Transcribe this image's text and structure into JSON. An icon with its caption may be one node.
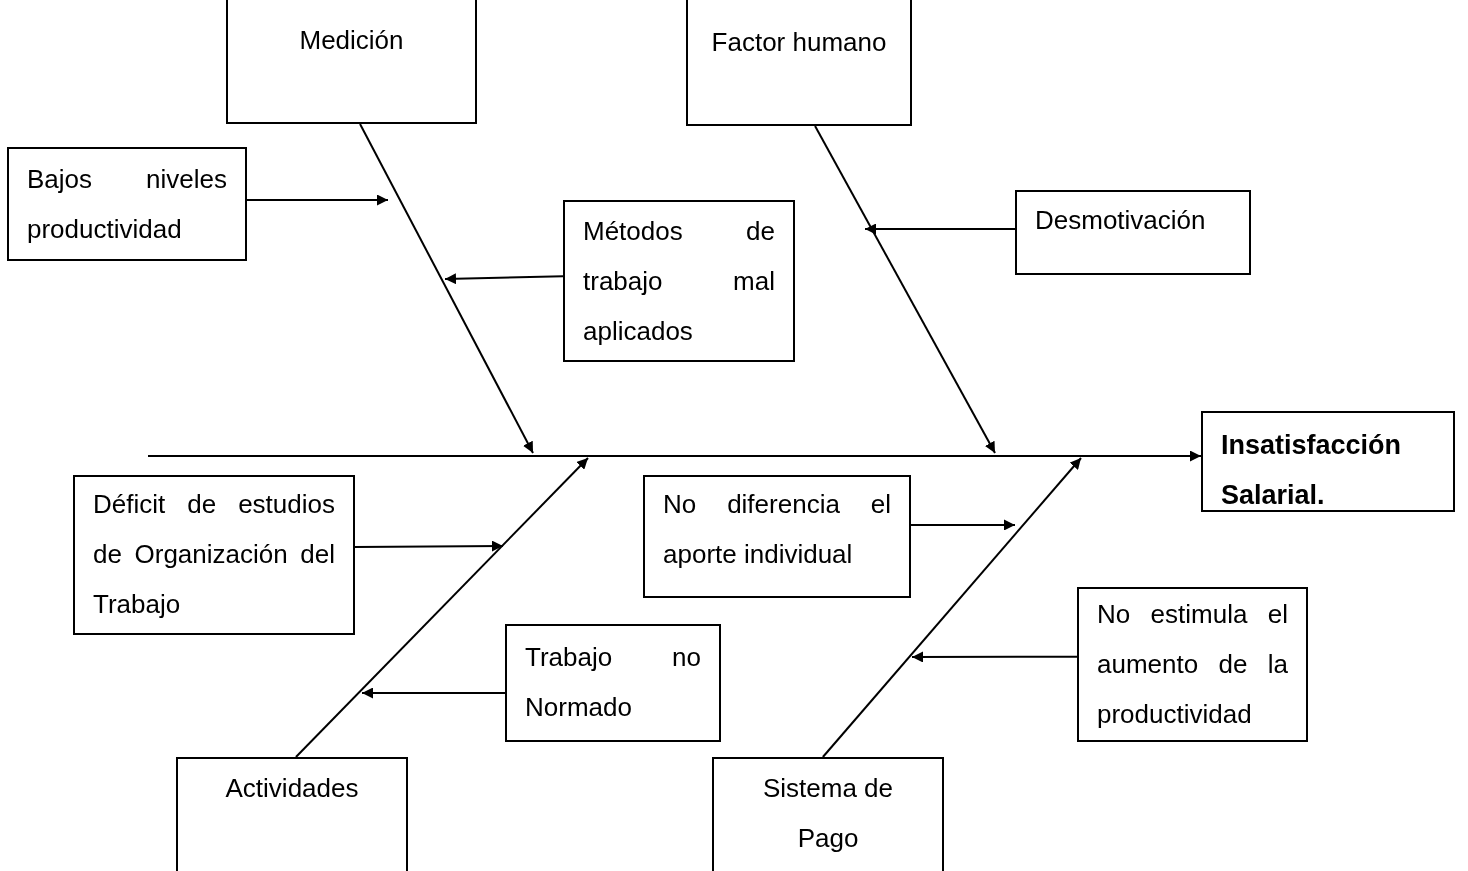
{
  "diagram": {
    "nodes": [
      {
        "text": [
          "Medición"
        ]
      },
      {
        "text": [
          "Factor humano"
        ]
      },
      {
        "text": [
          "Bajos niveles productividad"
        ]
      },
      {
        "text": [
          "Desmotivación"
        ]
      },
      {
        "text": [
          "Métodos de trabajo mal aplicados"
        ]
      },
      {
        "text": [
          "Insatisfacción Salarial."
        ]
      },
      {
        "text": [
          "Déficit de estudios de Organización del Trabajo"
        ]
      },
      {
        "text": [
          "No diferencia el aporte individual"
        ]
      },
      {
        "text": [
          "No estimula el aumento de la productividad"
        ]
      },
      {
        "text": [
          "Trabajo no Normado"
        ]
      },
      {
        "text": [
          "Actividades"
        ]
      },
      {
        "text": [
          "Sistema de Pago"
        ]
      }
    ],
    "edges": [
      {
        "from": null,
        "to": 5,
        "arrow": "to"
      },
      {
        "from": 0,
        "to": null,
        "arrow": "to"
      },
      {
        "from": 1,
        "to": null,
        "arrow": "to"
      },
      {
        "from": 10,
        "to": null,
        "arrow": "to"
      },
      {
        "from": 11,
        "to": null,
        "arrow": "to"
      },
      {
        "from": 2,
        "to": null,
        "arrow": "to"
      },
      {
        "from": 4,
        "to": null,
        "arrow": "to"
      },
      {
        "from": 3,
        "to": null,
        "arrow": "to"
      },
      {
        "from": 6,
        "to": null,
        "arrow": "to"
      },
      {
        "from": 9,
        "to": null,
        "arrow": "to"
      },
      {
        "from": 7,
        "to": null,
        "arrow": "to"
      },
      {
        "from": 8,
        "to": null,
        "arrow": "to"
      }
    ]
  }
}
